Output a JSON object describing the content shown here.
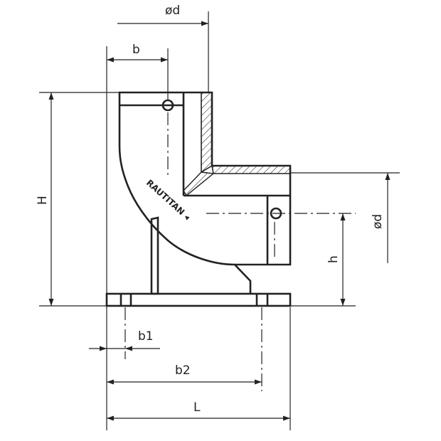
{
  "drawing": {
    "dimensions": {
      "od_top": "ød",
      "b": "b",
      "H": "H",
      "od_right": "ød",
      "h": "h",
      "b1": "b1",
      "b2": "b2",
      "L": "L"
    },
    "colors": {
      "ink": "#222222",
      "hatch": "#222222",
      "background": "#ffffff"
    },
    "logo_text": "RAUTITAN ◂"
  }
}
